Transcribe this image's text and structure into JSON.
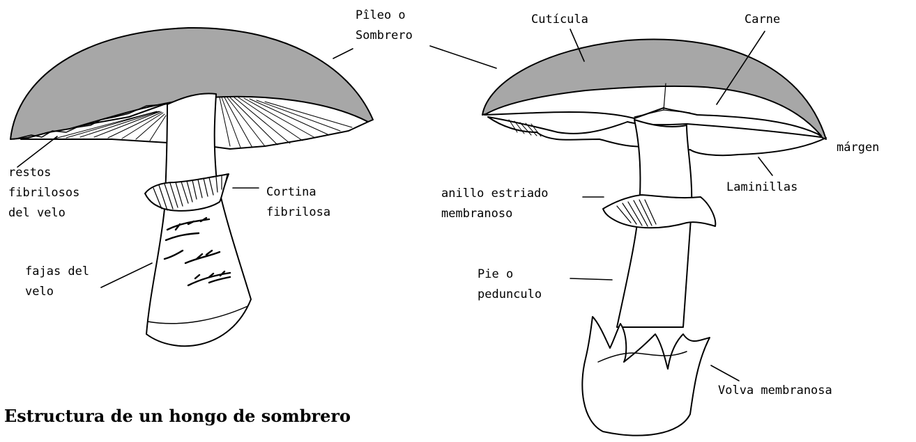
{
  "title": "Estructura de un hongo de sombrero",
  "labels": {
    "pileo": [
      "Pîleo o",
      "Sombrero"
    ],
    "cuticula": "Cutícula",
    "carne": "Carne",
    "margen": "márgen",
    "laminillas": "Laminillas",
    "restos": [
      "restos",
      "fibrilosos",
      "del velo"
    ],
    "cortina": [
      "Cortina",
      "fibrilosa"
    ],
    "fajas": [
      "fajas del",
      "velo"
    ],
    "anillo": [
      "anillo estriado",
      "membranoso"
    ],
    "pie": [
      "Pie o",
      "pedunculo"
    ],
    "volva": "Volva membranosa"
  },
  "colors": {
    "cap_fill": "#a7a7a7",
    "line": "#000000",
    "background": "#ffffff"
  }
}
